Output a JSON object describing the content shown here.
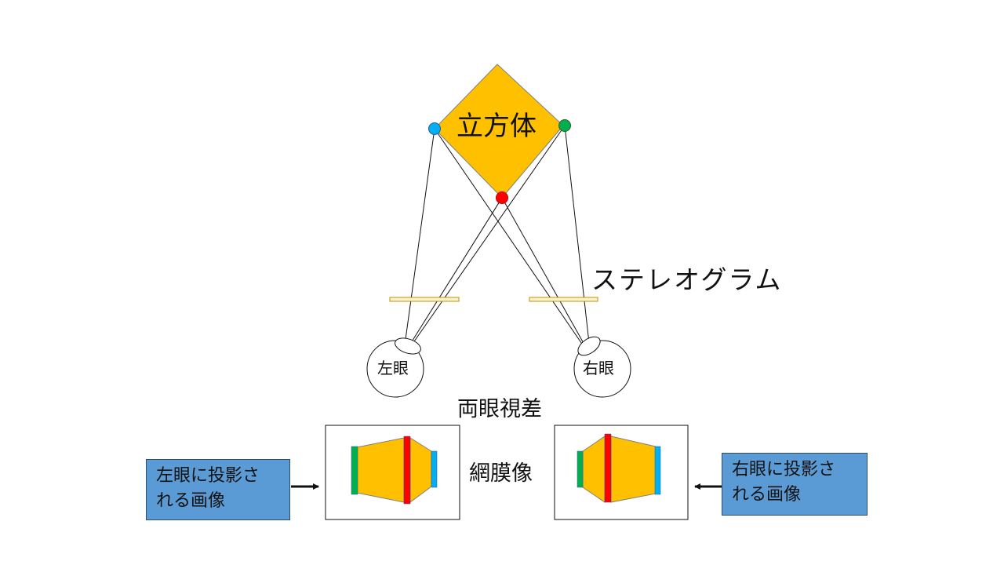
{
  "labels": {
    "cube": "立方体",
    "stereogram": "ステレオグラム",
    "left_eye": "左眼",
    "right_eye": "右眼",
    "binocular_disparity": "両眼視差",
    "retinal_image": "網膜像",
    "left_projection": "左眼に投影さ\nれる画像",
    "right_projection": "右眼に投影さ\nれる画像"
  },
  "colors": {
    "cube_fill": "#ffc000",
    "blue_point": "#00b0f0",
    "green_point": "#00b050",
    "red_point": "#ff0000",
    "stereogram_fill": "#fff2cc",
    "callout_fill": "#5b9bd5"
  }
}
